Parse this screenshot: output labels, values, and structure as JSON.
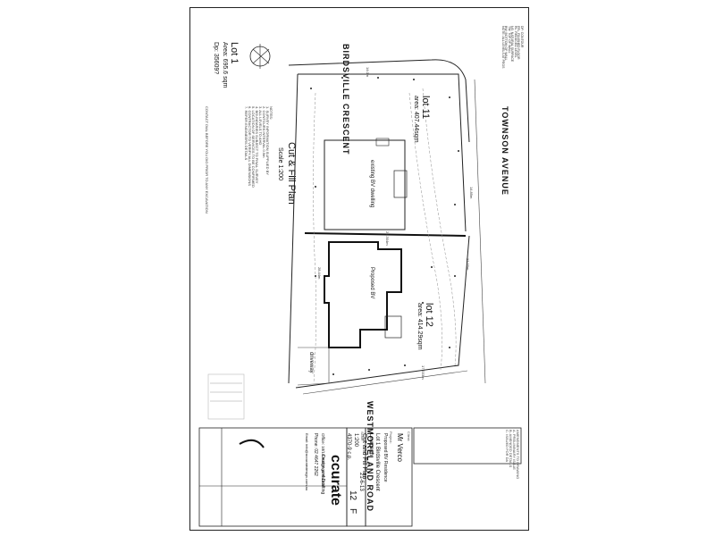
{
  "roads": {
    "birdsville": "BIRDSVILLE CRESCENT",
    "townson": "TOWNSON AVENUE",
    "westmoreland": "WESTMORELAND ROAD"
  },
  "lots": {
    "lot1": {
      "name": "Lot 1",
      "area": "Area: 695.6 sqm",
      "dp": "Dp: 35609?"
    },
    "lot11": {
      "name": "lot 11",
      "area": "area: 407.44sqm"
    },
    "lot12": {
      "name": "lot 12",
      "area": "area: 414.29sqm"
    }
  },
  "existing": "existing BV dwelling",
  "proposed": "Proposed BV",
  "driveway": "driveway",
  "dims": {
    "top": "14.0m",
    "mid": "21.304m",
    "left": "28.44m",
    "side_a": "14.85m",
    "side_b": "13.55m",
    "bottom": "17.333m"
  },
  "plan_title": {
    "title": "Cut & Fill Plan",
    "scale": "Scale 1:200"
  },
  "notes": {
    "heading": "NOTES:",
    "lines": [
      "1. SURVEY INFORMATION SUPPLIED BY",
      "2. CONTOURS INTERVAL 0.5m",
      "3. ALL LEVELS TO AHD",
      "4. BOUNDARIES SUBJECT TO FINAL SURVEY",
      "5. LOCATION OF SERVICES TO BE CONFIRMED",
      "6. CONTRACTOR TO VERIFY ALL DIMENSIONS",
      "7. REFER ENGINEERS DETAILS"
    ],
    "contact": "CONTACT DIAL BEFORE YOU DIG PRIOR TO ANY EXCAVATION"
  },
  "legend": [
    "DP: CONTOUR",
    "FFL: FINISHED FLOOR",
    "RL: REDUCED LEVEL",
    "NS: NATURAL SURFACE",
    "TW: TOP OF WALL",
    "BW: BOTTOM OF WALL",
    "NOTE: ALL LEVELS AT PEGS"
  ],
  "revision_box": [
    "AMENDMENTS TO DRAWING",
    "A. PRELIMINARY ISSUE",
    "B. AMENDED DETAILS",
    "C. ISSUED FOR DA"
  ],
  "title_block": {
    "client_label": "Client:",
    "client": "Mr Verco",
    "project_label": "Project:",
    "project": "Proposed BV Residence",
    "site": "Lot 1 Birdsville Crescent",
    "suburb": "Leumeah",
    "drawing": "Cut and Fill Plan",
    "scale_label": "Scale:",
    "scale": "1:200",
    "date": "21-6-13",
    "job": "4370-9 c.p.",
    "sheet": "12",
    "revision": "F",
    "company": "ccurate",
    "company_sub": "Design and Drafting",
    "office": "Office: 10/10 Furlongs Parade",
    "phone": "Phone: 02 4647 2262",
    "email": "Email: info@accuratedesign.com.au"
  }
}
